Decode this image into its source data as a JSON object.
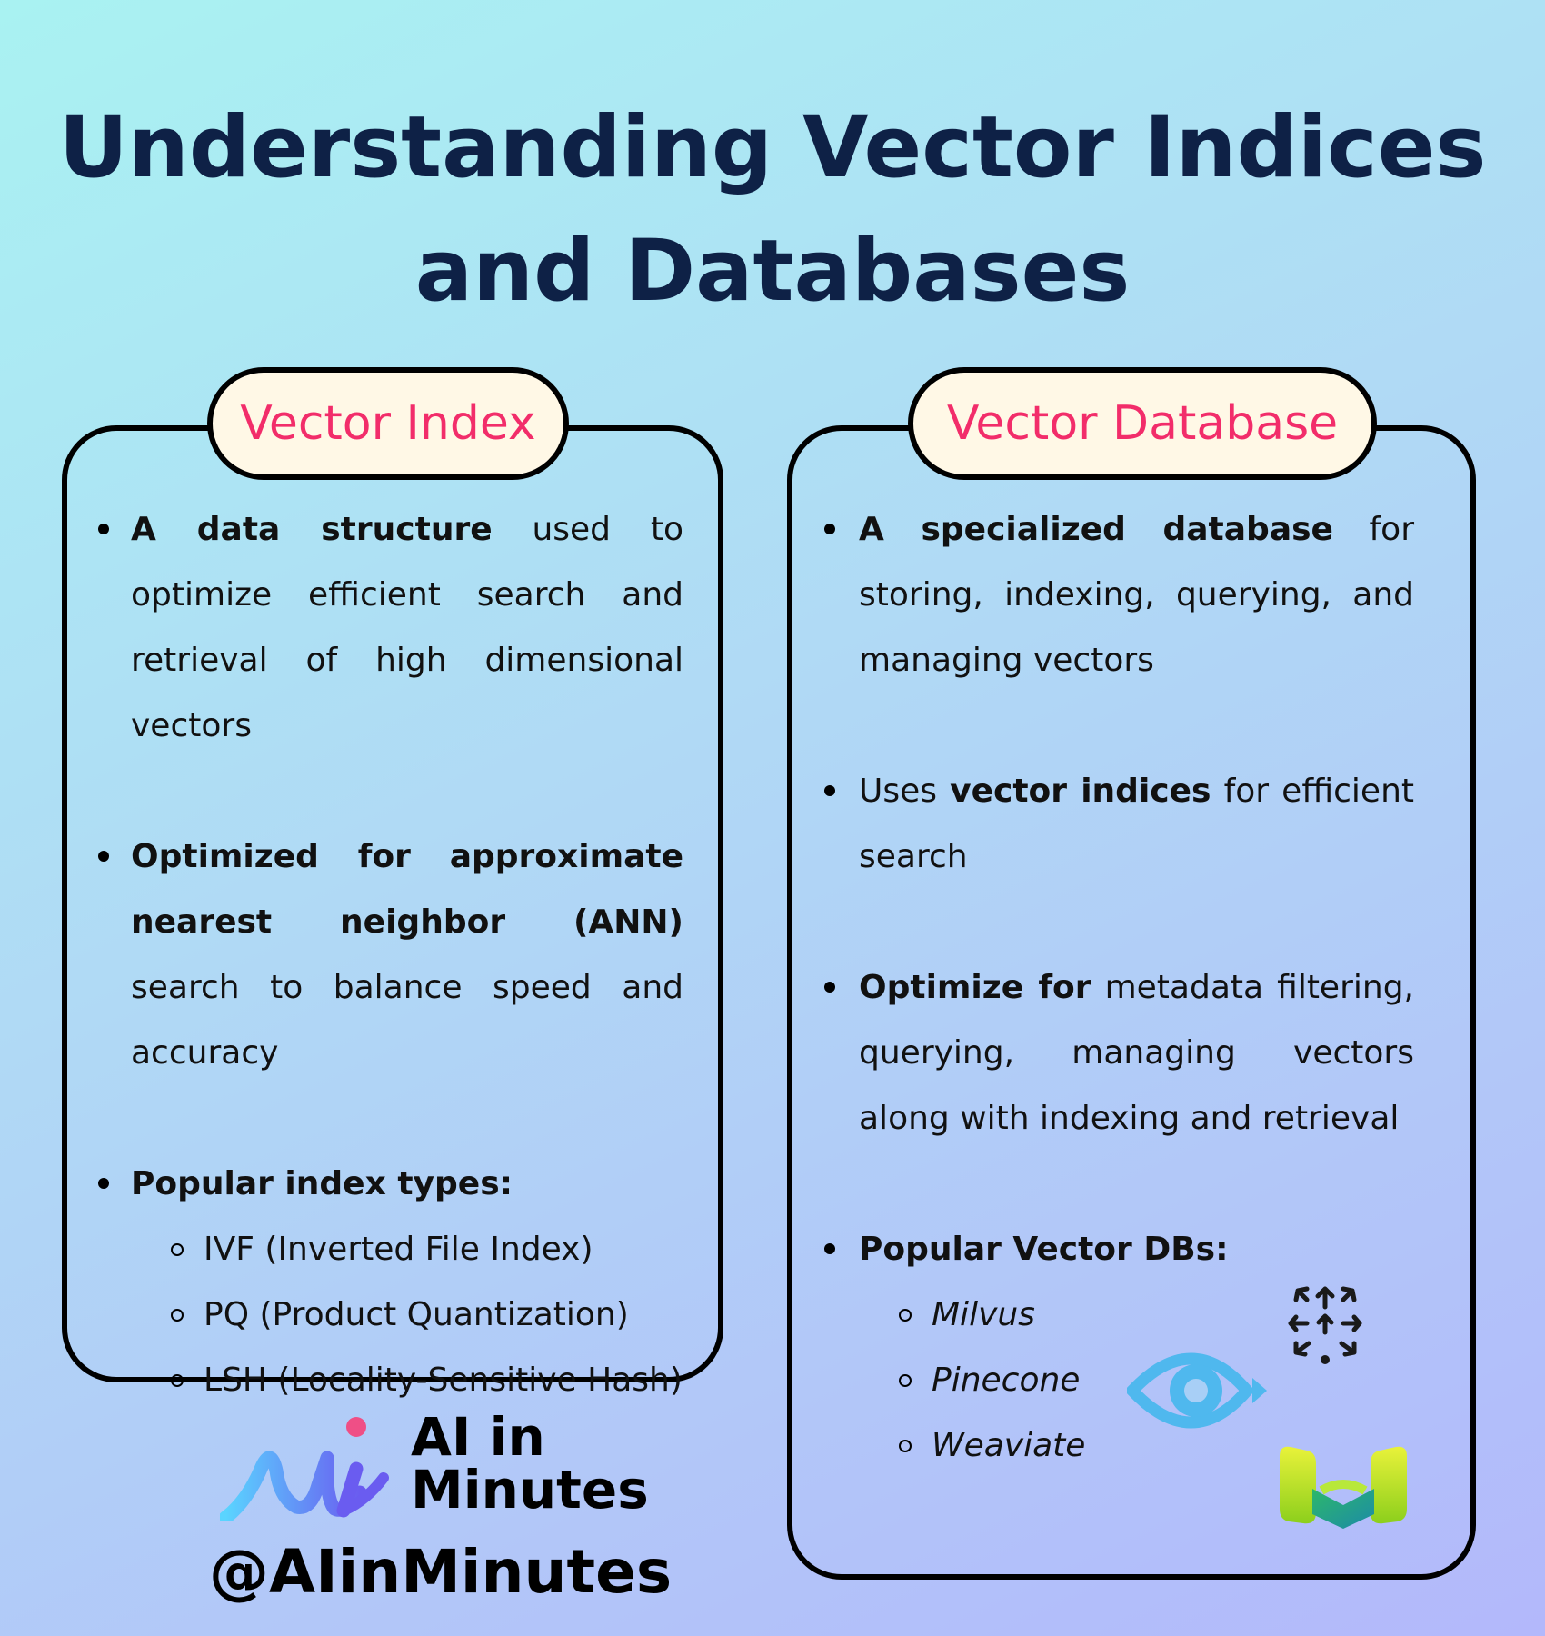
{
  "title": "Understanding Vector Indices and Databases",
  "accent_color": "#f22d6a",
  "title_color": "#0e2146",
  "pill_background": "#fff8e6",
  "left_card": {
    "heading": "Vector Index",
    "bullets": [
      {
        "bold": "A data structure",
        "rest": " used to optimize efficient search and retrieval of high dimensional vectors"
      },
      {
        "bold": "Optimized for approximate nearest neighbor (ANN)",
        "rest": " search to balance speed and accuracy"
      }
    ],
    "types_heading": "Popular index types:",
    "types": [
      "IVF (Inverted File Index)",
      "PQ (Product Quantization)",
      "LSH (Locality-Sensitive Hash)"
    ]
  },
  "right_card": {
    "heading": "Vector Database",
    "bullet1": {
      "bold": "A specialized database",
      "rest": " for storing, indexing, querying, and managing vectors"
    },
    "bullet2": {
      "before": "Uses ",
      "bold": "vector indices",
      "after": " for efficient search"
    },
    "bullet3": {
      "bold": "Optimize for",
      "rest": " metadata filtering, querying, managing vectors along with indexing and retrieval"
    },
    "dbs_heading": "Popular Vector DBs:",
    "dbs": [
      "Milvus",
      "Pinecone",
      "Weaviate"
    ],
    "logo_icons": [
      "milvus-eye-icon",
      "pinecone-arrows-icon",
      "weaviate-w-icon"
    ]
  },
  "branding": {
    "logo_text_line1": "AI in",
    "logo_text_line2": "Minutes",
    "handle": "@AIinMinutes"
  }
}
